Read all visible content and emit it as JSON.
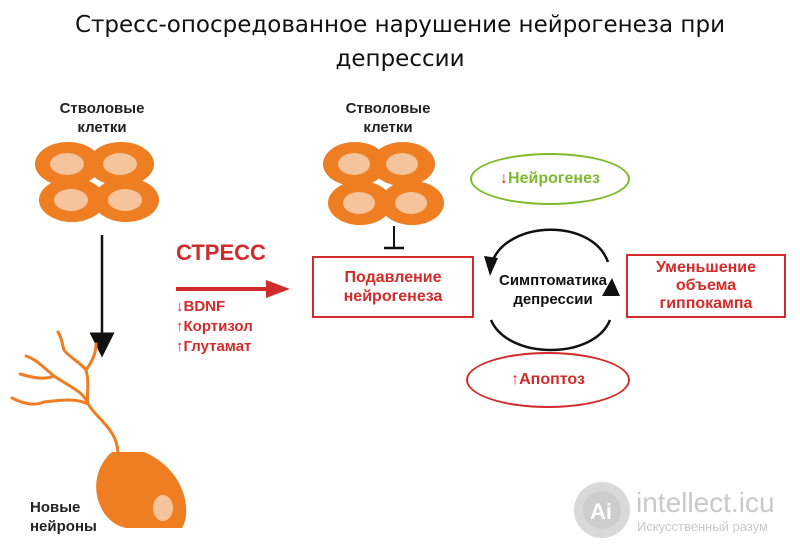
{
  "title_line1": "Стресс-опосредованное нарушение нейрогенеза при",
  "title_line2": "депрессии",
  "left_stem_label_1": "Стволовые",
  "left_stem_label_2": "клетки",
  "right_stem_label_1": "Стволовые",
  "right_stem_label_2": "клетки",
  "new_neurons_1": "Новые",
  "new_neurons_2": "нейроны",
  "stress": "СТРЕСС",
  "factors": [
    {
      "arrow": "↓",
      "label": "BDNF"
    },
    {
      "arrow": "↑",
      "label": "Кортизол"
    },
    {
      "arrow": "↑",
      "label": "Глутамат"
    }
  ],
  "suppression_1": "Подавление",
  "suppression_2": "нейрогенеза",
  "neurogenesis": {
    "arrow": "↓",
    "label": "Нейрогенез"
  },
  "symptoms_1": "Симптоматика",
  "symptoms_2": "депрессии",
  "apoptosis": {
    "arrow": "↑",
    "label": "Апоптоз"
  },
  "hippocampus_1": "Уменьшение",
  "hippocampus_2": "объема",
  "hippocampus_3": "гиппокампа",
  "watermark_main": "intellect.icu",
  "watermark_sub": "Искусственный разум",
  "watermark_logo": "Ai",
  "colors": {
    "orange": "#ef7d22",
    "cell_nucleus": "#f6c49c",
    "red": "#d22b2b",
    "green": "#7dbb2a",
    "dark": "#111111"
  }
}
